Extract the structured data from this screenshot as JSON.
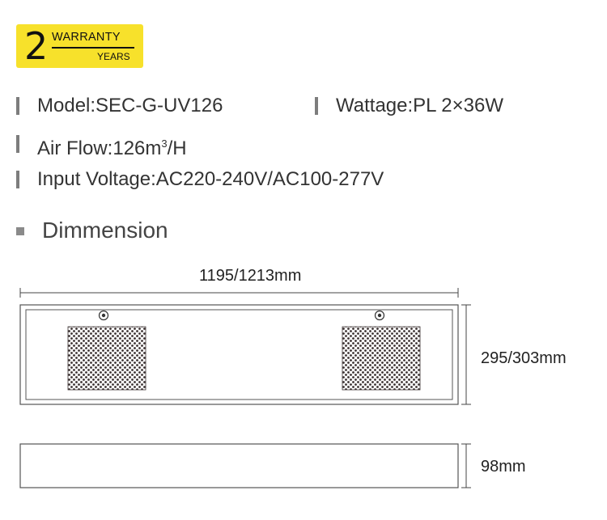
{
  "warranty": {
    "years": "2",
    "top": "WARRANTY",
    "bottom": "YEARS"
  },
  "specs": {
    "model": "Model:SEC-G-UV126",
    "wattage": "Wattage:PL 2×36W",
    "airflow_prefix": "Air Flow:126m",
    "airflow_sup": "3",
    "airflow_suffix": "/H",
    "voltage": "Input Voltage:AC220-240V/AC100-277V"
  },
  "dimension": {
    "title": "Dimmension",
    "width_label": "1195/1213mm",
    "height_label": "295/303mm",
    "depth_label": "98mm"
  }
}
